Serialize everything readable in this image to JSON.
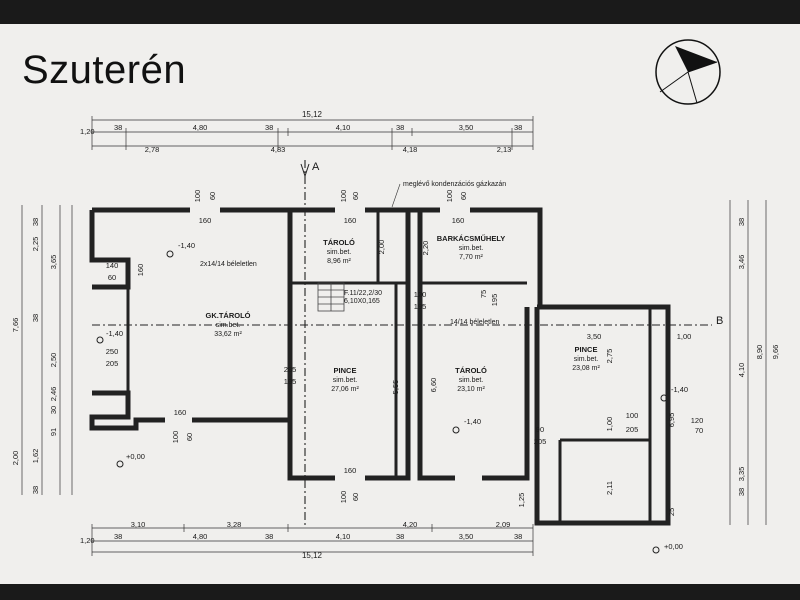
{
  "title": "Szuterén",
  "notes": {
    "kazan": "meglévő kondenzációs gázkazán",
    "opening_a": "2x14/14 béleletlen",
    "opening_b": "14/14 béleletlen",
    "stair1": "F.11/22,2/30",
    "stair2": "6,10X0,165",
    "section_a": "A",
    "section_b": "B"
  },
  "rooms": [
    {
      "name": "TÁROLÓ",
      "floor": "sim.bet.",
      "area": "8,96 m²"
    },
    {
      "name": "BARKÁCSMŰHELY",
      "floor": "sim.bet.",
      "area": "7,70 m²"
    },
    {
      "name": "GK.TÁROLÓ",
      "floor": "sim.bet.",
      "area": "33,62 m²"
    },
    {
      "name": "PINCE",
      "floor": "sim.bet.",
      "area": "27,06 m²"
    },
    {
      "name": "TÁROLÓ",
      "floor": "sim.bet.",
      "area": "23,10 m²"
    },
    {
      "name": "PINCE",
      "floor": "sim.bet.",
      "area": "23,08 m²"
    }
  ],
  "levels": [
    "-1,40",
    "-1,40",
    "+0,00",
    "-1,40",
    "-1,40",
    "+0,00"
  ],
  "dims": {
    "top_total": "15,12",
    "top_row1": [
      "1,20",
      "38",
      "4,80",
      "38",
      "4,10",
      "38",
      "3,50",
      "38"
    ],
    "top_row2": [
      "2,78",
      "4,83",
      "4,18",
      "2,13"
    ],
    "bottom_row1": [
      "3,10",
      "3,28",
      "4,20",
      "2,09"
    ],
    "bottom_row2": [
      "1,20",
      "38",
      "4,80",
      "38",
      "4,10",
      "38",
      "3,50",
      "38"
    ],
    "bottom_total": "15,12",
    "left_outer": "7,66",
    "left_a": [
      "38",
      "2,25",
      "38"
    ],
    "left_b": [
      "3,65",
      "2,50",
      "2,46",
      "30",
      "91"
    ],
    "left_c": [
      "2,00",
      "1,62",
      "38"
    ],
    "right_total": "9,66",
    "right_a": [
      "3,46",
      "8,90",
      "3,35"
    ],
    "right_b": [
      "38",
      "4,10",
      "38"
    ],
    "right_c": [
      "6,95",
      "25"
    ],
    "openings": [
      "100",
      "60",
      "160",
      "100",
      "60",
      "160",
      "100",
      "60",
      "160",
      "140",
      "60",
      "160",
      "250",
      "205",
      "285",
      "195",
      "120",
      "195",
      "75",
      "195",
      "90",
      "205",
      "100",
      "205",
      "120",
      "70",
      "100",
      "60",
      "160",
      "100",
      "60",
      "160",
      "2,00",
      "2,20",
      "2,75",
      "2,11",
      "1,00",
      "1,25",
      "6,60",
      "5,55",
      "3,50",
      "1,00"
    ]
  }
}
